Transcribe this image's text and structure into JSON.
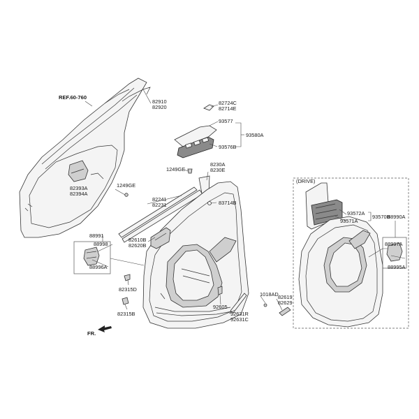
{
  "labels": {
    "ref": "REF.60-760",
    "fr": "FR.",
    "drive": "(DRIVE)",
    "p82910": "82910",
    "p82920": "82920",
    "p82724C": "82724C",
    "p82714E": "82714E",
    "p93577": "93577",
    "p93580A": "93580A",
    "p93576B": "93576B",
    "p1249GE_a": "1249GE",
    "p8230A": "8230A",
    "p8230E": "8230E",
    "p82393A": "82393A",
    "p82394A": "82394A",
    "p1249GE_b": "1249GE",
    "p82241": "82241",
    "p82231": "82231",
    "p83714B": "83714B",
    "p88991": "88991",
    "p88998": "88998",
    "p82610B": "82610B",
    "p82620B": "82620B",
    "p88996A": "88996A",
    "p82315D": "82315D",
    "p82315B": "82315B",
    "p1018AD": "1018AD",
    "p82619": "82619",
    "p82629": "82629",
    "p92605": "92605",
    "p92631R": "92631R",
    "p92631C": "92631C",
    "p93572A": "93572A",
    "p93570B": "93570B",
    "p93571A": "93571A",
    "p88990A": "88990A",
    "p88997A": "88997A",
    "p88995A": "88995A"
  }
}
